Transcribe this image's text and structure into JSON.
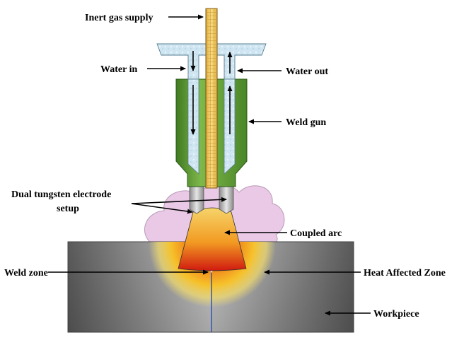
{
  "labels": {
    "inert_gas_supply": "Inert gas supply",
    "water_in": "Water in",
    "water_out": "Water out",
    "weld_gun": "Weld gun",
    "dual_tungsten_line1": "Dual tungsten electrode",
    "dual_tungsten_line2": "setup",
    "coupled_arc": "Coupled arc",
    "weld_zone": "Weld zone",
    "heat_affected_zone": "Heat Affected Zone",
    "workpiece": "Workpiece"
  },
  "colors": {
    "electrode_rod": "#f2c65a",
    "coolant_channel": "#c9e3ef",
    "weld_gun_body": "#5f9a34",
    "gas_cloud": "#e8c8e4",
    "workpiece": "#6b6b6b",
    "arc_top": "#f5d060",
    "arc_bottom": "#d21e12"
  },
  "icons": {
    "arrowhead": "arrowhead-icon"
  }
}
